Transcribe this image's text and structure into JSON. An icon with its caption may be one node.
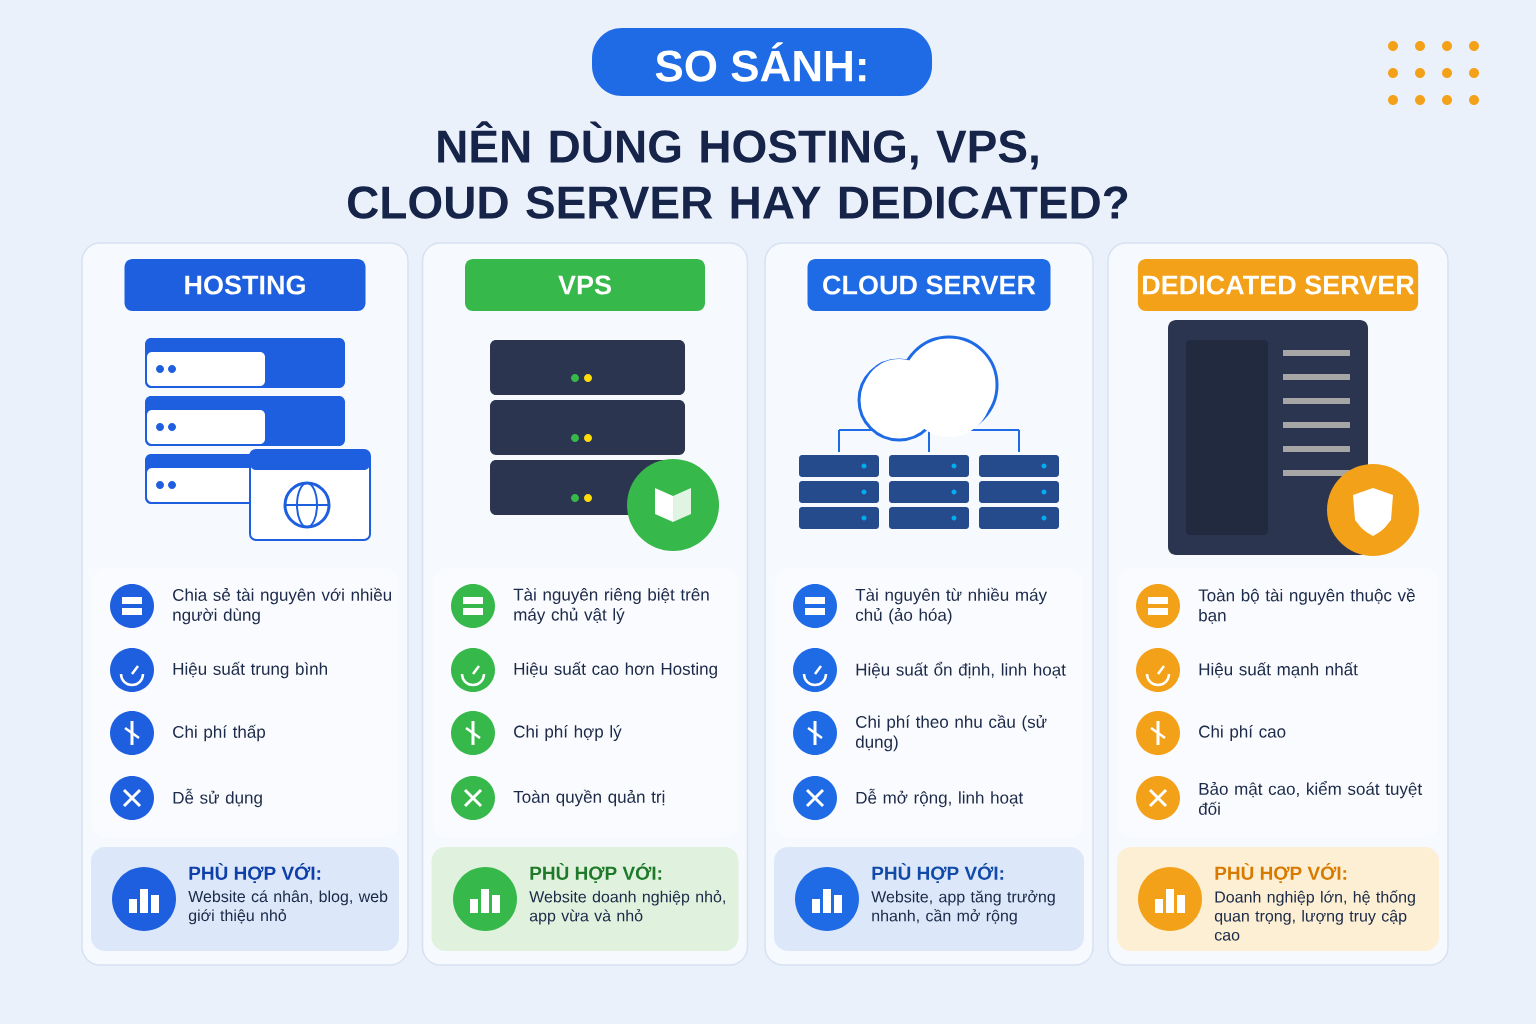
{
  "diagram": {
    "title": "NÊN DÙNG HOSTING, VPS, CLOUD SERVER HAY DEDICATED?",
    "nodes": [
      {
        "text": [
          "SO SÁNH:"
        ]
      },
      {
        "text": [
          "HOSTING",
          "Chia sẻ tài nguyên với nhiều người dùng",
          "Hiệu suất trung bình",
          "Chi phí thấp",
          "Dễ sử dụng"
        ]
      },
      {
        "text": [
          "PHÙ HỢP VỚI:",
          "Website cá nhân, blog, web giới thiệu nhỏ"
        ],
        "in": 1
      },
      {
        "text": [
          "VPS",
          "Tài nguyên riêng biệt trên máy chủ vật lý",
          "Hiệu suất cao hơn Hosting",
          "Chi phí hợp lý",
          "Toàn quyền quản trị"
        ]
      },
      {
        "text": [
          "PHÙ HỢP VỚI:",
          "Website doanh nghiệp nhỏ, app vừa và nhỏ"
        ],
        "in": 3
      },
      {
        "text": [
          "CLOUD SERVER",
          "Tài nguyên từ nhiều máy chủ (ảo hóa)",
          "Hiệu suất ổn định, linh hoạt",
          "Chi phí theo nhu cầu (sử dụng)",
          "Dễ mở rộng, linh hoạt"
        ]
      },
      {
        "text": [
          "PHÙ HỢP VỚI:",
          "Website, app tăng trưởng nhanh, cần mở rộng"
        ],
        "in": 5
      },
      {
        "text": [
          "DEDICATED SERVER",
          "Toàn bộ tài nguyên thuộc về bạn",
          "Hiệu suất mạnh nhất",
          "Chi phí cao",
          "Bảo mật cao, kiểm soát tuyệt đối"
        ]
      },
      {
        "text": [
          "PHÙ HỢP VỚI:",
          "Doanh nghiệp lớn, hệ thống quan trọng, lượng truy cập cao"
        ],
        "in": 7
      }
    ]
  }
}
